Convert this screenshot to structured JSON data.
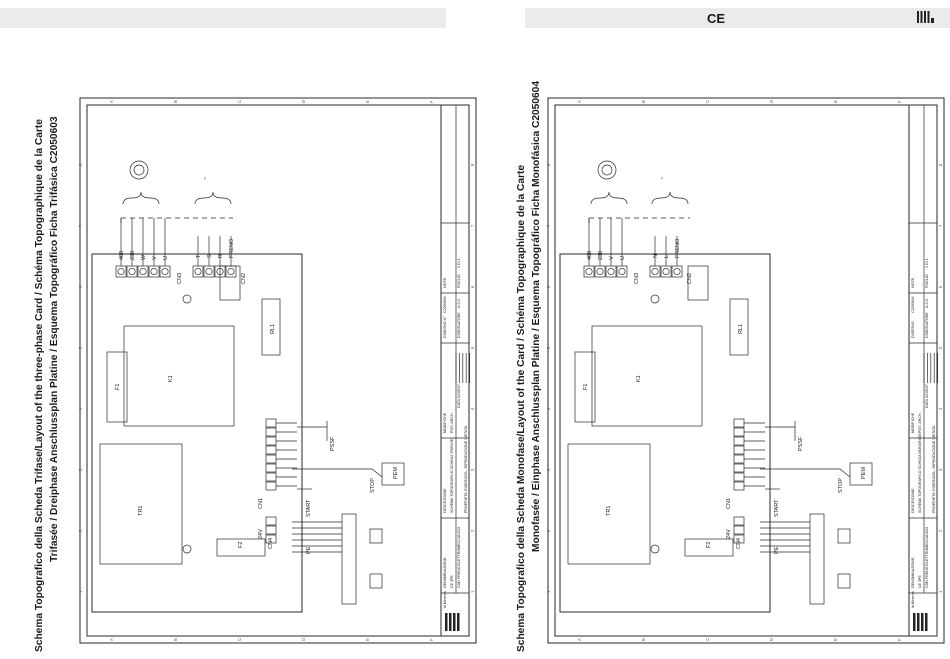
{
  "left_page": {
    "title_line1": "Schema Topografico della Scheda Trifase/Layout of the three-phase Card / Schéma Topographique de la Carte",
    "title_line2": "Trifasée / Dreiphase Anschlussplan Platine / Esquema Topográfico Ficha Trifásica C2050603",
    "terminals_cn3": [
      "400",
      "230",
      "W",
      "V",
      "U"
    ],
    "terminals_cn2": [
      "T",
      "S",
      "R",
      "FRENO"
    ],
    "connector_labels": [
      "CN3",
      "CN2",
      "CN1",
      "CN4",
      "24V",
      "RL1",
      "K1",
      "F1",
      "F2",
      "TR1",
      "PSSF",
      "START",
      "STOP",
      "PEM",
      "PE"
    ],
    "ac_symbol": "~",
    "doc": {
      "note_label": "NOTE:",
      "foglio_label": "FOGLIO",
      "foglio_value": "1 DI 1",
      "disegno_label": "DISEGNO N°",
      "disegno_value": "C2050603",
      "disegnatore_label": "DISEGNATORE",
      "disegnatore_value": "A.S.C.",
      "modifiche_label": "MODIFICHE",
      "pos_arch": "POS. ARCH.",
      "data": "DATA 02/05/07",
      "descrizione_label": "DESCRIZIONE:",
      "descrizione_value": "SCHEMA TOPOGRAFICO SCHEDA TRIFASE",
      "denominazione_label": "DENOMINAZIONE:",
      "denominazione_line1": "CE 3PE",
      "denominazione_line2": "CON FRENO ELETTROMECCANICO",
      "proprieta": "PROPRIETA' RISERVATA - RIPRODUZIONE VIETATA",
      "brand": "la Minerva"
    }
  },
  "right_page": {
    "ce_mark": "CE",
    "title_line1": "Schema Topografico della Scheda Monofase/Layout of the Card / Schéma Topographique de la Carte",
    "title_line2": "Monofasée / Einphase Anschlussplan Platine / Esquema Topográfico Ficha Monofásica C2050604",
    "terminals_cn3": [
      "400",
      "230",
      "V",
      "U"
    ],
    "terminals_cn2": [
      "N",
      "L",
      "FRENO"
    ],
    "connector_labels": [
      "CN3",
      "CN2",
      "CN1",
      "CN4",
      "24V",
      "RL1",
      "K1",
      "F1",
      "F2",
      "TR1",
      "PSSF",
      "START",
      "STOP",
      "PEM",
      "PE"
    ],
    "ac_symbol": "~",
    "doc": {
      "note_label": "NOTE:",
      "foglio_label": "FOGLIO",
      "foglio_value": "1 DI 1",
      "disegno_label": "DISEGNO",
      "disegno_value": "C2050604",
      "disegnatore_label": "DISEGNATORE",
      "disegnatore_value": "A.S.C.",
      "modifiche_label": "MODIFICHE",
      "pos_arch": "POS. ARCH.",
      "data": "DATA 02/05/07",
      "descrizione_label": "DESCRIZIONE:",
      "descrizione_value": "SCHEMA TOPOGRAFICO SCHEDA MONOFASE",
      "denominazione_label": "DENOMINAZIONE:",
      "denominazione_line1": "CE 3PE",
      "denominazione_line2": "CON FRENO ELETTROMECCANICO",
      "proprieta": "PROPRIETA' RISERVATA - RIPRODUZIONE VIETATA",
      "brand": "la Minerva"
    }
  },
  "frame_cols": [
    "A",
    "B",
    "C",
    "D",
    "E",
    "F"
  ],
  "frame_rows": [
    "1",
    "2",
    "3",
    "4",
    "5",
    "6",
    "7",
    "8"
  ]
}
